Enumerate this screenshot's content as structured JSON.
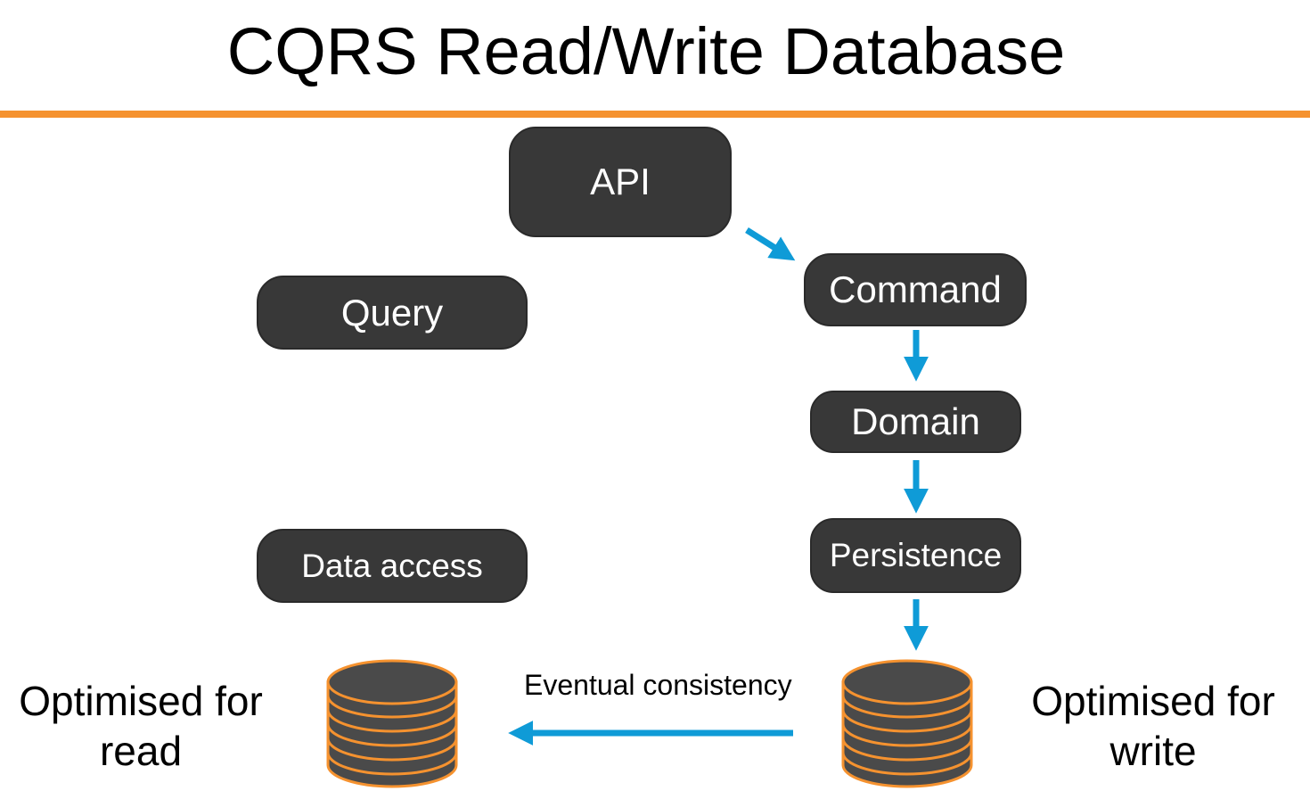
{
  "title": "CQRS Read/Write Database",
  "colors": {
    "accent_rule": "#f5922f",
    "box_fill": "#383838",
    "box_text": "#ffffff",
    "arrow": "#0f9bd7",
    "db_fill": "#4a4a4a",
    "db_outline": "#f5922f"
  },
  "nodes": {
    "api": "API",
    "command": "Command",
    "domain": "Domain",
    "persistence": "Persistence",
    "query": "Query",
    "data_access": "Data access"
  },
  "databases": {
    "read": {
      "icon": "database-icon",
      "caption_line1": "Optimised for",
      "caption_line2": "read"
    },
    "write": {
      "icon": "database-icon",
      "caption_line1": "Optimised for",
      "caption_line2": "write"
    }
  },
  "edges": {
    "eventual_consistency": "Eventual consistency"
  }
}
